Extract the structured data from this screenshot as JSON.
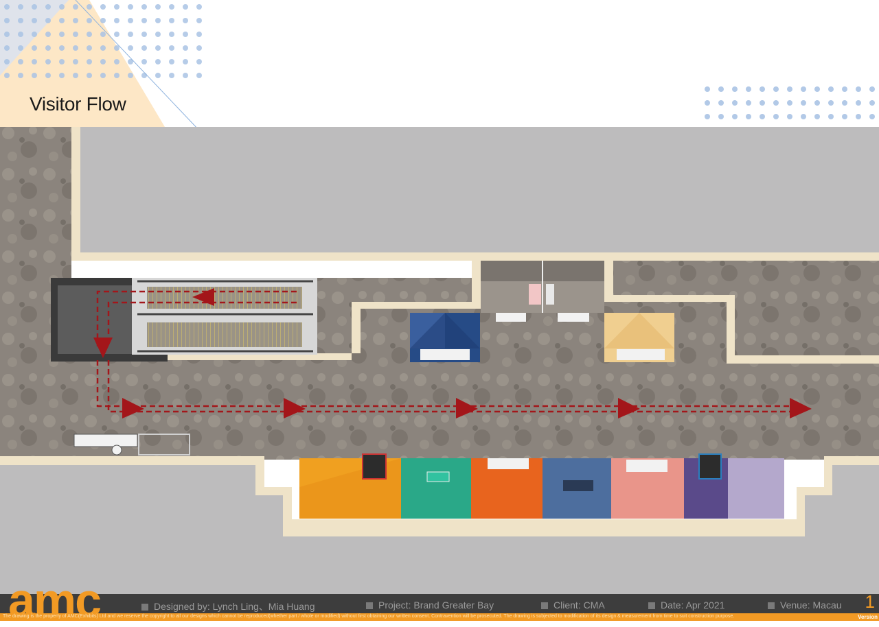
{
  "title": "Visitor Flow",
  "logo": "amc",
  "footer": {
    "designed": "Designed by: Lynch Ling、Mia Huang",
    "project": "Project: Brand Greater Bay",
    "client": "Client: CMA",
    "date": "Date: Apr 2021",
    "venue": "Venue: Macau",
    "page": "1",
    "version": "Version",
    "disclaimer": "The drawing is the property of AMC(Exhibits) Ltd and we reserve the copyright to all our designs which cannot be reproduced(whether part / whole or modified) without first obtaining our written consent. Contravention will be prosecuted. The drawing is subjected to modification of its design & measurement from time to suit construction purpose."
  },
  "colors": {
    "accent": "#f29a24",
    "flow_arrow": "#a3161a",
    "wall": "#efe3c8",
    "void": "#bdbcbd",
    "carpet": "#8c8580",
    "booth_orange": "#f0a020",
    "booth_teal": "#2aa888",
    "booth_red_orange": "#e8641e",
    "booth_blue": "#4d6e9e",
    "booth_pink": "#e9958a",
    "booth_purple": "#5a4a8a",
    "booth_lavender": "#b4a8cc",
    "booth_navy": "#264b86",
    "booth_cream": "#f0cf90"
  }
}
